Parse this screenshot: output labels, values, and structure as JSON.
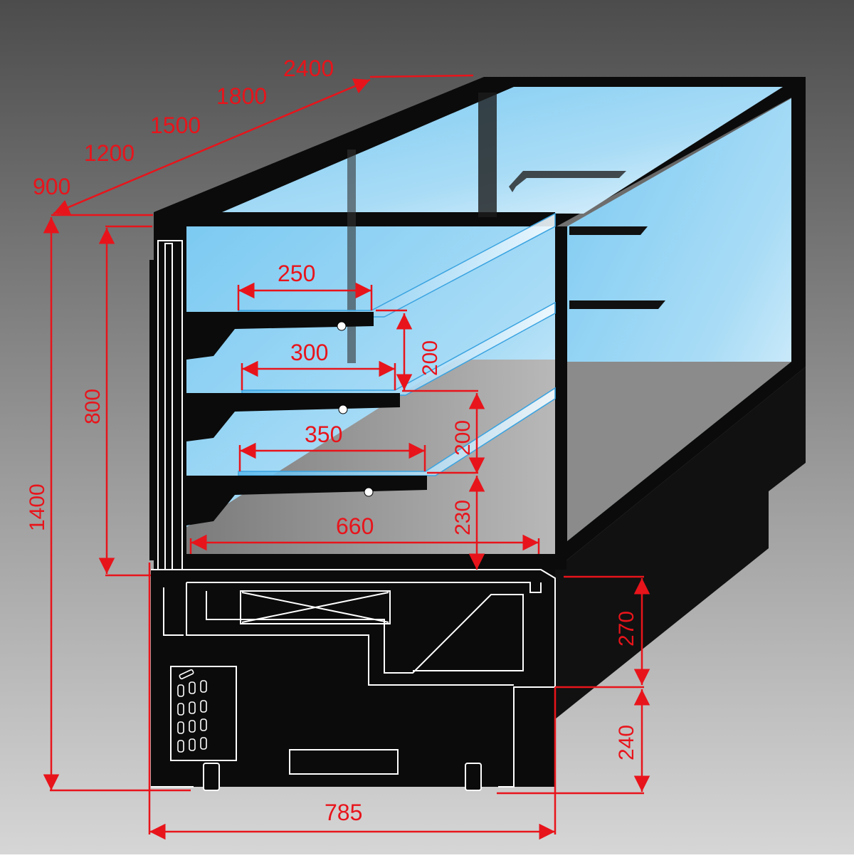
{
  "colors": {
    "dimension": "#e8141b",
    "frame": "#0a0a0a",
    "glass": "#7ccaf2",
    "glass_light": "#cfeafa",
    "floor": "#8e8e8e",
    "background_top": "#4a4a4a",
    "background_bottom": "#d0d0d0"
  },
  "dimensions": {
    "length_options": [
      "900",
      "1200",
      "1500",
      "1800",
      "2400"
    ],
    "shelf_depths": [
      "250",
      "300",
      "350"
    ],
    "shelf_spacing_upper": "200",
    "shelf_spacing_middle": "200",
    "shelf_bottom_gap": "230",
    "inner_depth": "660",
    "display_height": "800",
    "total_height": "1400",
    "base_upper": "270",
    "base_lower": "240",
    "total_depth": "785"
  }
}
